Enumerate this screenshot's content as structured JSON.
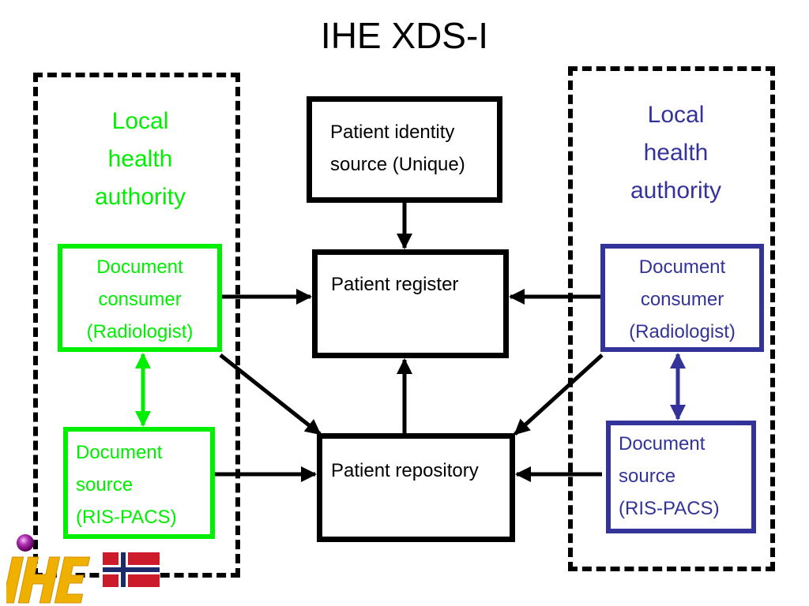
{
  "title": "IHE XDS-I",
  "colors": {
    "left_accent": "#00ee00",
    "right_accent": "#333399",
    "center": "#000000"
  },
  "left_region": {
    "title": [
      "Local",
      "health",
      "authority"
    ],
    "consumer": [
      "Document",
      "consumer",
      "(Radiologist)"
    ],
    "source": [
      "Document",
      "source",
      "(RIS-PACS)"
    ]
  },
  "right_region": {
    "title": [
      "Local",
      "health",
      "authority"
    ],
    "consumer": [
      "Document",
      "consumer",
      "(Radiologist)"
    ],
    "source": [
      "Document",
      "source",
      "(RIS-PACS)"
    ]
  },
  "center": {
    "identity_source": [
      "Patient identity",
      "source (Unique)"
    ],
    "register": "Patient register",
    "repository": "Patient repository"
  },
  "logo": {
    "icon": "ihe-logo",
    "flag": "norway-flag-icon"
  }
}
